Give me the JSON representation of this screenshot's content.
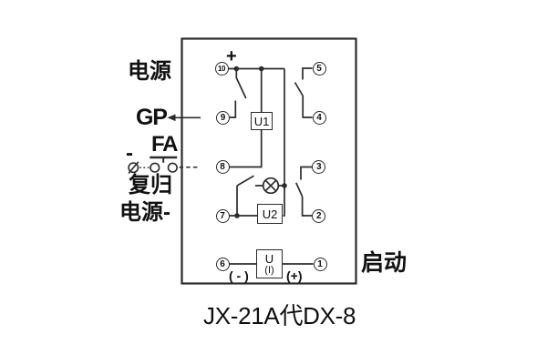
{
  "colors": {
    "line": "#2b2b2b",
    "text": "#111111",
    "background": "#ffffff"
  },
  "diagram": {
    "caption": "JX-21A代DX-8",
    "labels": {
      "power_top": "电源",
      "plus": "+",
      "gp": "GP",
      "fa": "FA",
      "minus": "-",
      "reset": "复归",
      "power_bottom": "电源-",
      "start": "启动",
      "negative": "( - )",
      "positive": "(+)"
    },
    "components": {
      "u1": "U1",
      "u2": "U2",
      "u_meter_top": "U",
      "u_meter_bottom": "(I)"
    },
    "left_terminals": [
      "10",
      "9",
      "8",
      "7",
      "6"
    ],
    "right_terminals": [
      "5",
      "4",
      "3",
      "2",
      "1"
    ]
  }
}
